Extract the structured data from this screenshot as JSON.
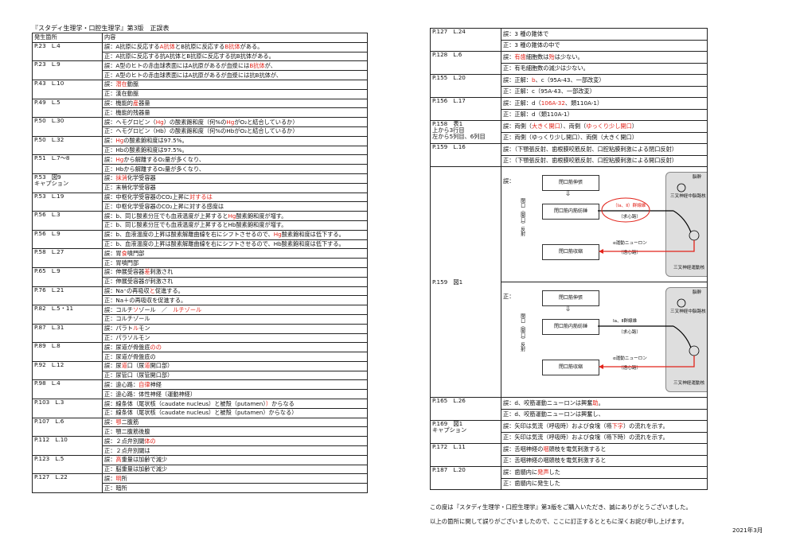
{
  "title": "『スタディ生理学・口腔生理学』第3版　正誤表",
  "headers": {
    "location": "発生箇所",
    "content": "内容"
  },
  "left": [
    {
      "loc": "P.23　L.4",
      "rows": [
        [
          {
            "t": "誤：A抗原に反応する"
          },
          {
            "t": "A抗体",
            "r": 1
          },
          {
            "t": "とB抗原に反応する"
          },
          {
            "t": "B抗体",
            "r": 1
          },
          {
            "t": "がある。"
          }
        ],
        [
          {
            "t": "正：A抗原に反応する抗A抗体とB抗原に反応する抗B抗体がある。"
          }
        ]
      ]
    },
    {
      "loc": "P.23　L.9",
      "rows": [
        [
          {
            "t": "誤：A型のヒトの赤血球表面にはA抗原があるが血漿には"
          },
          {
            "t": "B抗体",
            "r": 1
          },
          {
            "t": "が、"
          }
        ],
        [
          {
            "t": "正：A型のヒトの赤血球表面にはA抗原があるが血漿には抗B抗体が、"
          }
        ]
      ]
    },
    {
      "loc": "P.43　L.10",
      "rows": [
        [
          {
            "t": "誤："
          },
          {
            "t": "潜在",
            "r": 1
          },
          {
            "t": "動脈"
          }
        ],
        [
          {
            "t": "正：漢在動脈"
          }
        ]
      ]
    },
    {
      "loc": "P.49　L.5",
      "rows": [
        [
          {
            "t": "誤：機能的"
          },
          {
            "t": "産",
            "r": 1
          },
          {
            "t": "器量"
          }
        ],
        [
          {
            "t": "正：機能的残器量"
          }
        ]
      ]
    },
    {
      "loc": "P.50　L.30",
      "rows": [
        [
          {
            "t": "誤：ヘモグロビン（"
          },
          {
            "t": "Hg",
            "r": 1
          },
          {
            "t": "）の酸素飽和度（何%の"
          },
          {
            "t": "Hg",
            "r": 1
          },
          {
            "t": "がO₂と結合しているか）"
          }
        ],
        [
          {
            "t": "正：ヘモグロビン（Hb）の酸素飽和度（何%のHbがO₂と結合しているか）"
          }
        ]
      ]
    },
    {
      "loc": "P.50　L.32",
      "rows": [
        [
          {
            "t": "誤："
          },
          {
            "t": "Hg",
            "r": 1
          },
          {
            "t": "の酸素飽和度は97.5%。"
          }
        ],
        [
          {
            "t": "正：Hbの酸素飽和度は97.5%。"
          }
        ]
      ]
    },
    {
      "loc": "P.51　L.7～8",
      "rows": [
        [
          {
            "t": "誤："
          },
          {
            "t": "Hg",
            "r": 1
          },
          {
            "t": "から解離するO₂量が多くなり、"
          }
        ],
        [
          {
            "t": "正：Hbから解離するO₂量が多くなり、"
          }
        ]
      ]
    },
    {
      "loc": "P.53　図9",
      "loc2": "キャプション",
      "rows": [
        [
          {
            "t": "誤："
          },
          {
            "t": "抹消",
            "r": 1
          },
          {
            "t": "化学受容器"
          }
        ],
        [
          {
            "t": "正：末梢化学受容器"
          }
        ]
      ]
    },
    {
      "loc": "P.53　L.19",
      "rows": [
        [
          {
            "t": "誤：中枢化学受容器のCO₂上昇に"
          },
          {
            "t": "対するは",
            "r": 1
          }
        ],
        [
          {
            "t": "正：中枢化学受容器のCO₂上昇に対する感度は"
          }
        ]
      ]
    },
    {
      "loc": "P.56　L.3",
      "rows": [
        [
          {
            "t": "誤：b、同じ酸素分圧でも血液温度が上昇すると"
          },
          {
            "t": "Hg",
            "r": 1
          },
          {
            "t": "酸素飽和度が増す。"
          }
        ],
        [
          {
            "t": "正：b、同じ酸素分圧でも血液温度が上昇するとHb酸素飽和度が増す。"
          }
        ]
      ]
    },
    {
      "loc": "P.56　L.9",
      "rows": [
        [
          {
            "t": "誤：b、血液温度の上昇は酸素解離曲線を右にシフトさせるので、"
          },
          {
            "t": "Hg",
            "r": 1
          },
          {
            "t": "酸素飽和度は低下する。"
          }
        ],
        [
          {
            "t": "正：b、血液温度の上昇は酸素解離曲線を右にシフトさせるので、Hb酸素飽和度は低下する。"
          }
        ]
      ]
    },
    {
      "loc": "P.58　L.27",
      "rows": [
        [
          {
            "t": "誤：胃"
          },
          {
            "t": "食",
            "r": 1
          },
          {
            "t": "噴門部"
          }
        ],
        [
          {
            "t": "正：胃噴門部"
          }
        ]
      ]
    },
    {
      "loc": "P.65　L.9",
      "rows": [
        [
          {
            "t": "誤：伸展受容器"
          },
          {
            "t": "差",
            "r": 1
          },
          {
            "t": "刺激され"
          }
        ],
        [
          {
            "t": "正：伸展受容器が刺激され"
          }
        ]
      ]
    },
    {
      "loc": "P.76　L.21",
      "rows": [
        [
          {
            "t": "誤：Na⁺の再吸収"
          },
          {
            "t": "と",
            "r": 1
          },
          {
            "t": "促進する。"
          }
        ],
        [
          {
            "t": "正：Na＋の再吸収を促進する。"
          }
        ]
      ]
    },
    {
      "loc": "P.82　L.5・11",
      "rows": [
        [
          {
            "t": "誤：コルチ"
          },
          {
            "t": "ソ",
            "r": 1
          },
          {
            "t": "ゾール　／　"
          },
          {
            "t": "ルチゾール",
            "r": 1
          }
        ],
        [
          {
            "t": "正：コルチゾール"
          }
        ]
      ]
    },
    {
      "loc": "P.87　L.31",
      "rows": [
        [
          {
            "t": "誤：パラト"
          },
          {
            "t": "ル",
            "r": 1
          },
          {
            "t": "モン"
          }
        ],
        [
          {
            "t": "正：パラソルモン"
          }
        ]
      ]
    },
    {
      "loc": "P.89　L.8",
      "rows": [
        [
          {
            "t": "誤：尿道が骨盤底"
          },
          {
            "t": "のの",
            "r": 1
          }
        ],
        [
          {
            "t": "正：尿道が骨盤底の"
          }
        ]
      ]
    },
    {
      "loc": "P.92　L.12",
      "rows": [
        [
          {
            "t": "誤：尿"
          },
          {
            "t": "道",
            "r": 1
          },
          {
            "t": "口（尿"
          },
          {
            "t": "道",
            "r": 1
          },
          {
            "t": "開口部）"
          }
        ],
        [
          {
            "t": "正：尿管口（尿管開口部）"
          }
        ]
      ]
    },
    {
      "loc": "P.98　L.4",
      "rows": [
        [
          {
            "t": "誤：遠心路："
          },
          {
            "t": "自律",
            "r": 1
          },
          {
            "t": "神経"
          }
        ],
        [
          {
            "t": "正：遠心路：体性神経（運動神経）"
          }
        ]
      ]
    },
    {
      "loc": "P.103　L.3",
      "rows": [
        [
          {
            "t": "誤：線条体（尾状核（caudate nucleus）と被殻（putamen）"
          },
          {
            "t": "）",
            "r": 1
          },
          {
            "t": "からなる"
          }
        ],
        [
          {
            "t": "正：線条体（尾状核（caudate nucleus）と被殻（putamen）からなる）"
          }
        ]
      ]
    },
    {
      "loc": "P.107　L.6",
      "rows": [
        [
          {
            "t": "誤："
          },
          {
            "t": "鄂",
            "r": 1
          },
          {
            "t": "二腹筋"
          }
        ],
        [
          {
            "t": "正：顎二腹筋後腹"
          }
        ]
      ]
    },
    {
      "loc": "P.112　L.10",
      "rows": [
        [
          {
            "t": "誤：２点弁別閾"
          },
          {
            "t": "体の",
            "r": 1
          }
        ],
        [
          {
            "t": "正：２点弁別閾は"
          }
        ]
      ]
    },
    {
      "loc": "P.123　L.5",
      "rows": [
        [
          {
            "t": "誤："
          },
          {
            "t": "高",
            "r": 1
          },
          {
            "t": "重量は加齢で減少"
          }
        ],
        [
          {
            "t": "正：脳重量は加齢で減少"
          }
        ]
      ]
    },
    {
      "loc": "P.127　L.22",
      "rows": [
        [
          {
            "t": "誤："
          },
          {
            "t": "明",
            "r": 1
          },
          {
            "t": "所"
          }
        ],
        [
          {
            "t": "正：暗所"
          }
        ]
      ]
    }
  ],
  "right": [
    {
      "loc": "P.127　L.24",
      "rows": [
        [
          {
            "t": "誤：3 種の錐体で"
          }
        ],
        [
          {
            "t": "正：3 種の錐体の中で"
          }
        ]
      ]
    },
    {
      "loc": "P.128　L.6",
      "rows": [
        [
          {
            "t": "誤："
          },
          {
            "t": "有歯",
            "r": 1
          },
          {
            "t": "細胞数は"
          },
          {
            "t": "殆",
            "r": 1
          },
          {
            "t": "は少ない。"
          }
        ],
        [
          {
            "t": "正：有毛細胞数の減少は少ない。"
          }
        ]
      ]
    },
    {
      "loc": "P.155　L.20",
      "rows": [
        [
          {
            "t": "誤：正解："
          },
          {
            "t": "b",
            "r": 1
          },
          {
            "t": "、c（95A-43、一部改変）"
          }
        ],
        [
          {
            "t": "正：正解：c（95A-43、一部改変）"
          }
        ]
      ]
    },
    {
      "loc": "P.156　L.17",
      "rows": [
        [
          {
            "t": "誤：正解：d（"
          },
          {
            "t": "106A-32",
            "r": 1
          },
          {
            "t": "、類110A-1）"
          }
        ],
        [
          {
            "t": "正：正解：d（類110A-1）"
          }
        ]
      ]
    },
    {
      "loc": "P.158　表1",
      "loc2": "上から3行目",
      "loc3": "左から5列目、6列目",
      "rows": [
        [
          {
            "t": "誤：両側（"
          },
          {
            "t": "大きく開口",
            "r": 1
          },
          {
            "t": "）、両側（"
          },
          {
            "t": "ゆっくり少し開口",
            "r": 1
          },
          {
            "t": "）"
          }
        ],
        [
          {
            "t": "正：両側（ゆっくり少し開口）、両側（大きく開口）"
          }
        ]
      ]
    },
    {
      "loc": "P.159　L.16",
      "rows": [
        [
          {
            "t": "誤：（下顎張反射、歯根膜咬筋反射、口腔粘膜刺激による閉口反射）"
          }
        ],
        [
          {
            "t": "正：（下顎張反射、歯根膜咬筋反射、口腔粘膜刺激による開口反射）"
          }
        ]
      ]
    }
  ],
  "figure": {
    "loc": "P.159　図1",
    "wrong_label": "誤：",
    "right_label": "正：",
    "side_label": "閉口（開口）反射",
    "brainstem": "脳幹",
    "nucleus_top": "三叉神経中脳路核",
    "nucleus_bottom": "三叉神経運動核",
    "box_stretch": "閉口筋伸張",
    "box_spindle": "閉口筋内筋紡錘",
    "box_contract": "閉口筋収縮",
    "aff_wrong": "（Ⅰa、Ⅱ）群線維",
    "aff_right": "Ⅰa、Ⅱ群線維",
    "aff_sub": "（求心路）",
    "eff": "α運動ニューロン",
    "eff_sub": "（遠心路）"
  },
  "right_bottom": [
    {
      "loc": "P.165　L.26",
      "rows": [
        [
          {
            "t": "誤：d、咬筋運動ニューロンは興奮"
          },
          {
            "t": "助",
            "r": 1
          },
          {
            "t": "。"
          }
        ],
        [
          {
            "t": "正：d、咬筋運動ニューロンは興奮し、"
          }
        ]
      ]
    },
    {
      "loc": "P.169　図1",
      "loc2": "キャプション",
      "rows": [
        [
          {
            "t": "誤：矢印は気流（呼吸時）および食塊（嚥"
          },
          {
            "t": "下字",
            "r": 1
          },
          {
            "t": "）の流れを示す。"
          }
        ],
        [
          {
            "t": "正：矢印は気流（呼吸時）および食塊（嚥下時）の流れを示す。"
          }
        ]
      ]
    },
    {
      "loc": "P.172　L.11",
      "rows": [
        [
          {
            "t": "誤：舌咽神経の"
          },
          {
            "t": "咽",
            "r": 1
          },
          {
            "t": "頭枝を電気刺激すると"
          }
        ],
        [
          {
            "t": "正：舌咽神経の咽頭枝を電気刺激すると"
          }
        ]
      ]
    },
    {
      "loc": "P.187　L.20",
      "rows": [
        [
          {
            "t": "誤：歯髄内に"
          },
          {
            "t": "発声",
            "r": 1
          },
          {
            "t": "した"
          }
        ],
        [
          {
            "t": "正：歯髄内に発生した"
          }
        ]
      ]
    }
  ],
  "footer": {
    "line1": "この度は『スタディ生理学・口腔生理学』第3版をご購入いただき、誠にありがとうございました。",
    "line2": "以上の箇所に関して誤りがございましたので、ここに訂正するとともに深くお詫び申し上げます。",
    "date": "2021年3月"
  }
}
